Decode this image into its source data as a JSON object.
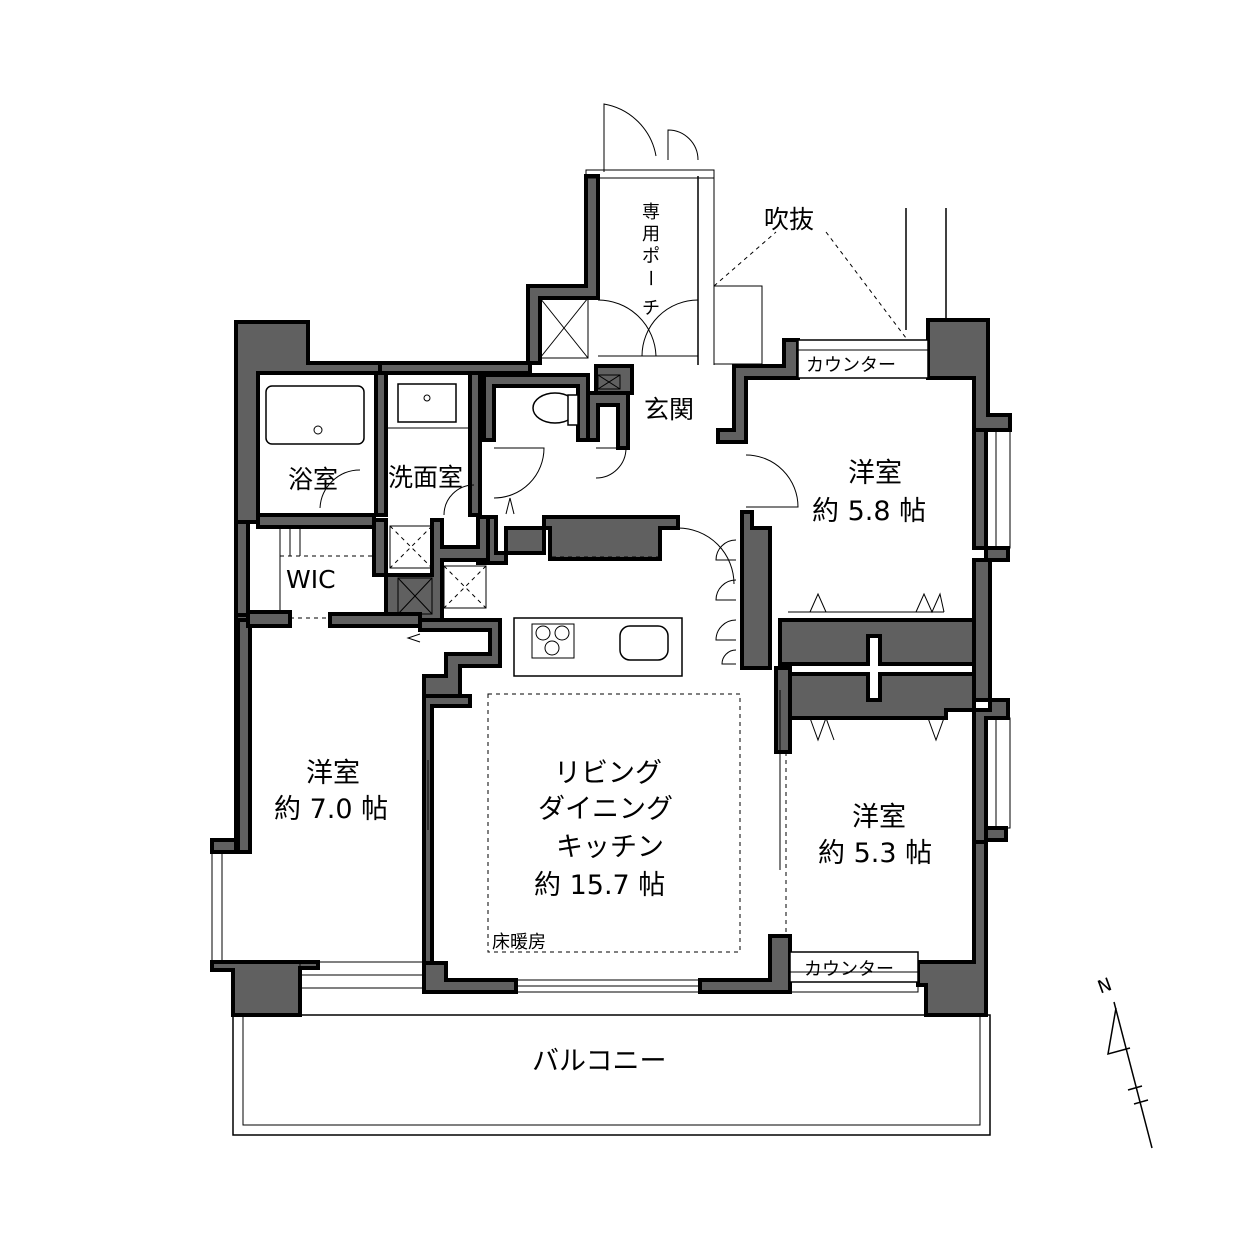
{
  "rooms": {
    "bath": "浴室",
    "washroom": "洗面室",
    "wic": "WIC",
    "entrance": "玄関",
    "porch": [
      "専",
      "用",
      "ポ",
      "ー",
      "チ"
    ],
    "fukinuke": "吹抜",
    "counter_top": "カウンター",
    "counter_bottom": "カウンター",
    "west_room": {
      "name": "洋室",
      "size": "約 7.0 帖"
    },
    "ne_room": {
      "name": "洋室",
      "size": "約 5.8 帖"
    },
    "se_room": {
      "name": "洋室",
      "size": "約 5.3 帖"
    },
    "ldk": {
      "line1": "リビング",
      "line2": "ダイニング",
      "line3": "キッチン",
      "size": "約 15.7 帖"
    },
    "floor_heating": "床暖房",
    "balcony": "バルコニー"
  },
  "compass": {
    "label": "N"
  },
  "colors": {
    "wall": "#606060",
    "line": "#000000",
    "background": "#ffffff"
  }
}
